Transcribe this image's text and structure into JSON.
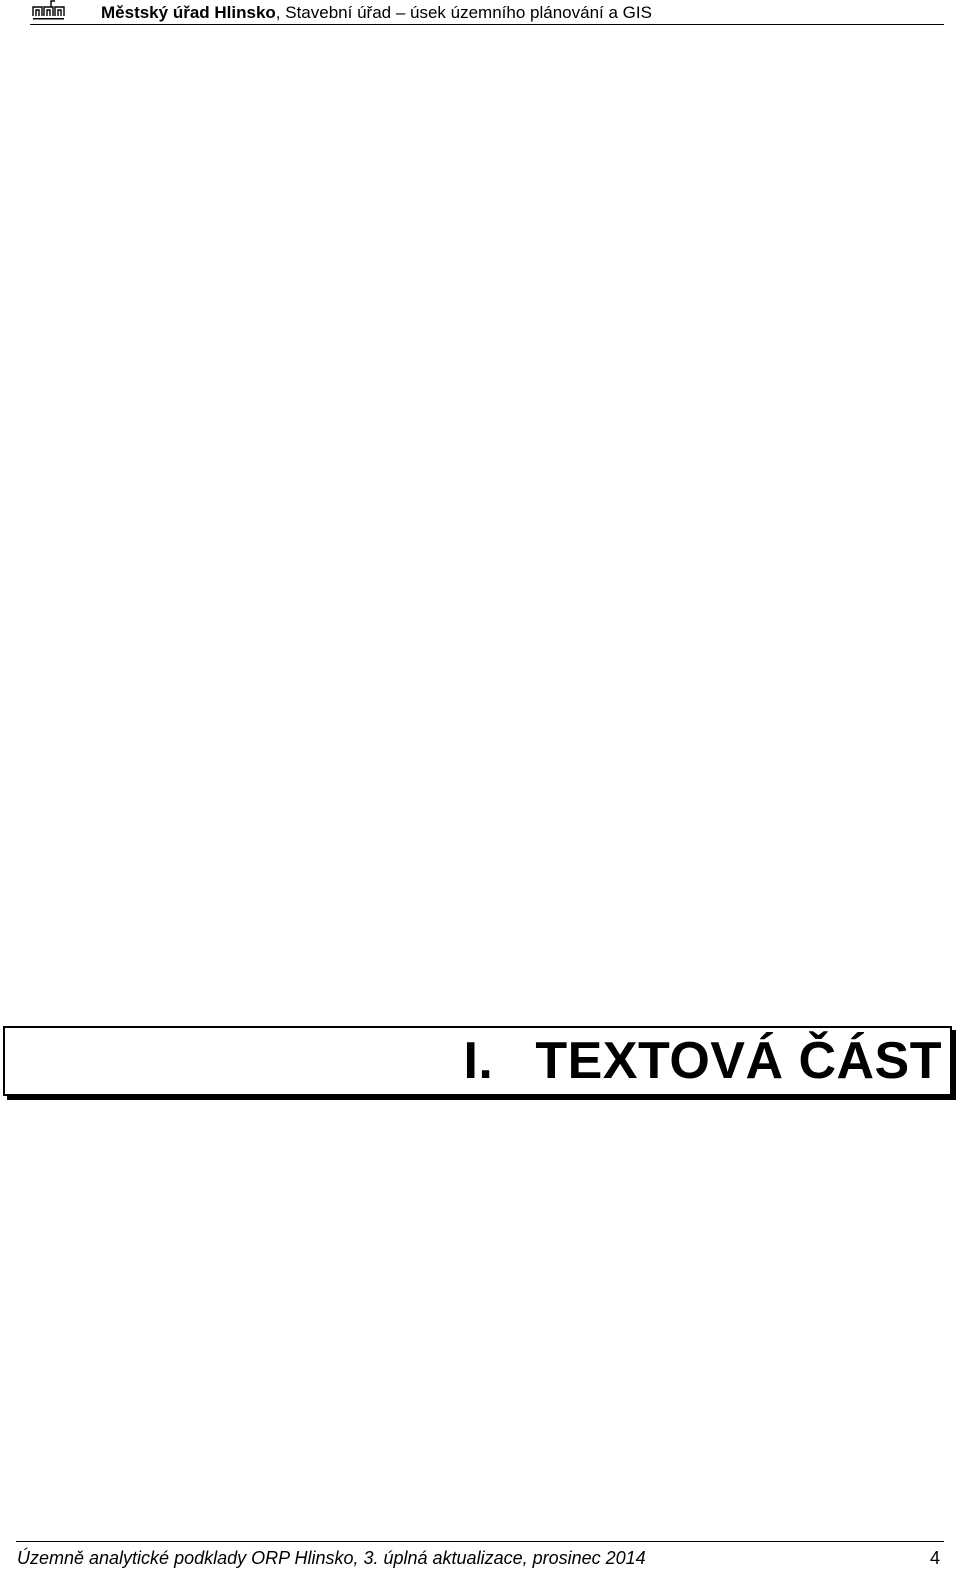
{
  "header": {
    "organization": "Městský úřad Hlinsko",
    "separator": ",",
    "department": "Stavební úřad – úsek územního plánování a GIS",
    "logo_icon": "town-hall-logo-icon"
  },
  "section": {
    "number": "I.",
    "title": "TEXTOVÁ ČÁST"
  },
  "footer": {
    "document_title": "Územně analytické podklady ORP Hlinsko, 3. úplná aktualizace, prosinec 2014",
    "page_number": "4"
  }
}
